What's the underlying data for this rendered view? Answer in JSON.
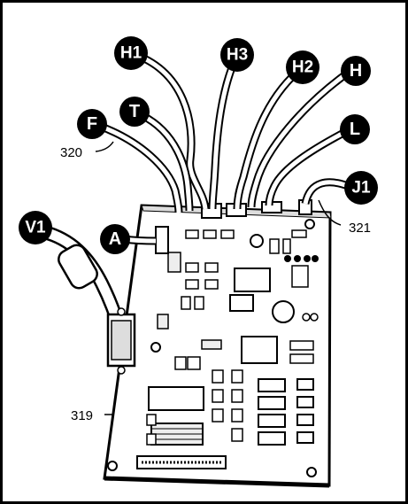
{
  "callouts": {
    "h1": "H1",
    "h3": "H3",
    "h2": "H2",
    "h": "H",
    "t": "T",
    "f": "F",
    "l": "L",
    "j1": "J1",
    "v1": "V1",
    "a": "A"
  },
  "references": {
    "r320": "320",
    "r321": "321",
    "r319": "319"
  }
}
